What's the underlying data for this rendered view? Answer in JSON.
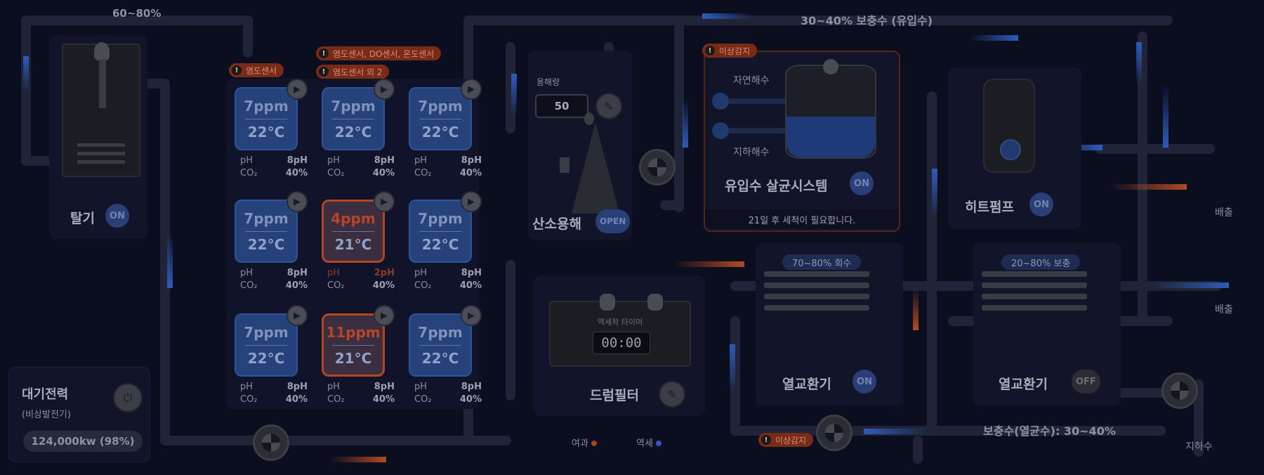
{
  "flows": {
    "top_left_pct": "60~80%",
    "top_return": "30~40% 보충수 (유입수)",
    "bottom_supply": "보충수(열균수): 30~40%",
    "discharge_1": "배출",
    "discharge_2": "배출",
    "groundwater_out": "지하수"
  },
  "degasser": {
    "title": "탈기",
    "status": "ON"
  },
  "standby_power": {
    "title": "대기전력",
    "subtitle": "(비상발전기)",
    "value": "124,000kw (98%)",
    "power_icon": "power-icon"
  },
  "sensor_badges": {
    "salinity": "염도센서",
    "multi": "염도센서, DO센서, 온도센서",
    "extra": "염도센서 외 2"
  },
  "tanks": [
    {
      "ppm": "7ppm",
      "temp": "22°C",
      "ph_label": "pH",
      "ph": "8pH",
      "co2_label": "CO₂",
      "co2": "40%",
      "alert": false
    },
    {
      "ppm": "7ppm",
      "temp": "22°C",
      "ph_label": "pH",
      "ph": "8pH",
      "co2_label": "CO₂",
      "co2": "40%",
      "alert": false
    },
    {
      "ppm": "7ppm",
      "temp": "22°C",
      "ph_label": "pH",
      "ph": "8pH",
      "co2_label": "CO₂",
      "co2": "40%",
      "alert": false
    },
    {
      "ppm": "7ppm",
      "temp": "22°C",
      "ph_label": "pH",
      "ph": "8pH",
      "co2_label": "CO₂",
      "co2": "40%",
      "alert": false
    },
    {
      "ppm": "4ppm",
      "temp": "21°C",
      "ph_label": "pH",
      "ph": "2pH",
      "co2_label": "CO₂",
      "co2": "40%",
      "alert": true
    },
    {
      "ppm": "7ppm",
      "temp": "22°C",
      "ph_label": "pH",
      "ph": "8pH",
      "co2_label": "CO₂",
      "co2": "40%",
      "alert": false
    },
    {
      "ppm": "7ppm",
      "temp": "22°C",
      "ph_label": "pH",
      "ph": "8pH",
      "co2_label": "CO₂",
      "co2": "40%",
      "alert": false
    },
    {
      "ppm": "11ppm",
      "temp": "21°C",
      "ph_label": "pH",
      "ph": "8pH",
      "co2_label": "CO₂",
      "co2": "40%",
      "alert": true
    },
    {
      "ppm": "7ppm",
      "temp": "22°C",
      "ph_label": "pH",
      "ph": "8pH",
      "co2_label": "CO₂",
      "co2": "40%",
      "alert": false
    }
  ],
  "oxygen": {
    "title": "산소용해",
    "status": "OPEN",
    "amount_label": "용해량",
    "amount_value": "50"
  },
  "drum_filter": {
    "title": "드럼필터",
    "timer_label": "역세작 타이머",
    "timer_value": "00:00",
    "legend_filter": "여과",
    "legend_backwash": "역세",
    "legend_filter_color": "#a8431f",
    "legend_backwash_color": "#2f5bb8"
  },
  "sterilizer": {
    "alert": "이상감지",
    "natural": "자연해수",
    "ground": "지하해수",
    "title": "유입수 살균시스템",
    "status": "ON",
    "notice": "21일 후 세척이 필요합니다."
  },
  "heat_pump": {
    "title": "히트펌프",
    "status": "ON"
  },
  "hx1": {
    "badge": "70~80% 회수",
    "title": "열교환기",
    "status": "ON"
  },
  "hx2": {
    "badge": "20~80% 보충",
    "title": "열교환기",
    "status": "OFF"
  },
  "pump_alert": "이상감지",
  "colors": {
    "accent": "#2a3f78",
    "alert": "#b3451f",
    "background": "#0b0e1f"
  }
}
